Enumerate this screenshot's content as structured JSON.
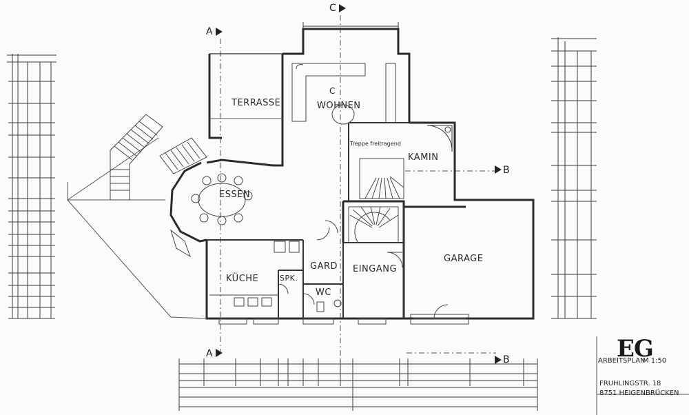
{
  "rooms": {
    "terrasse": "TERRASSE",
    "wohnen": "WOHNEN",
    "essen": "ESSEN",
    "kamin": "KAMIN",
    "garage": "GARAGE",
    "kueche": "KÜCHE",
    "spk": "SPK.",
    "gard": "GARD",
    "eingang": "EINGANG",
    "wc": "WC"
  },
  "annotations": {
    "treppe": "Treppe freitragend"
  },
  "section_markers": {
    "a_top": "A",
    "a_bottom": "A",
    "b_right": "B",
    "b_bottom": "B",
    "c_top": "C",
    "c_mid": "C"
  },
  "title_block": {
    "plan_code": "EG",
    "plan_type": "ARBEITSPLAN",
    "scale": "M 1:50",
    "street": "FRUHLINGSTR. 18",
    "city": "8751 HEIGENBRÜCKEN"
  },
  "colors": {
    "ink": "#333333",
    "paper": "#fbfbfb"
  }
}
